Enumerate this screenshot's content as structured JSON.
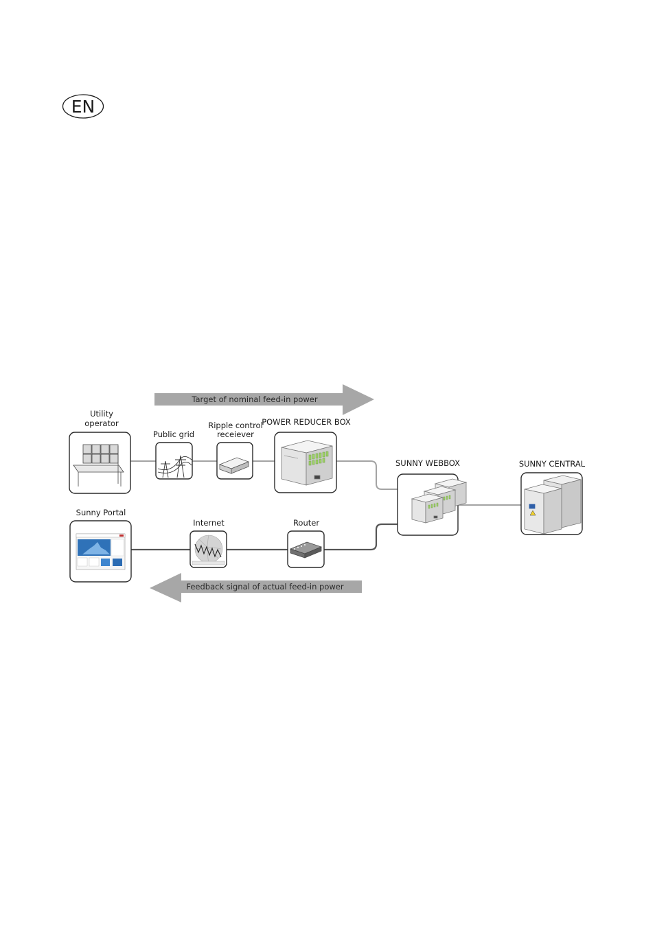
{
  "language_badge": "EN",
  "arrows": {
    "top": "Target of nominal feed-in power",
    "bottom": "Feedback signal of actual feed-in power"
  },
  "nodes": {
    "utility_operator": [
      "Utility",
      "operator"
    ],
    "public_grid": "Public grid",
    "ripple_control": [
      "Ripple control",
      "receiever"
    ],
    "power_reducer_box": "POWER REDUCER BOX",
    "sunny_webbox": "SUNNY WEBBOX",
    "sunny_central": "SUNNY CENTRAL",
    "sunny_portal": "Sunny Portal",
    "internet": "Internet",
    "router": "Router"
  },
  "icons": {
    "internet": "www-globe-icon"
  },
  "colors": {
    "arrow_fill": "#a7a7a7",
    "line_light": "#a3a3a3",
    "line_dark": "#555555",
    "box_border": "#2b2b2b",
    "led_green": "#9fd26a",
    "portal_blue": "#2f72b8"
  }
}
